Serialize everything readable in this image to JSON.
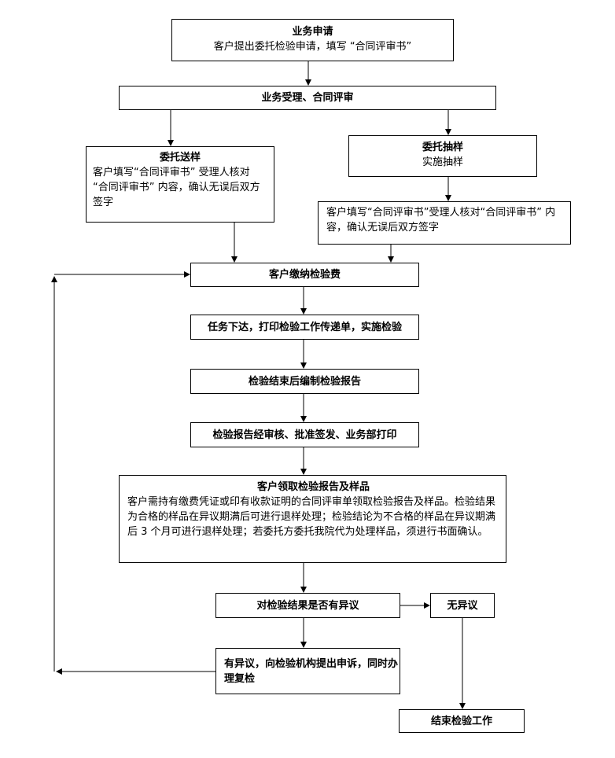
{
  "nodes": {
    "apply": {
      "title": "业务申请",
      "body": "客户提出委托检验申请，填写 “合同评审书”"
    },
    "accept": {
      "title": "业务受理、合同评审"
    },
    "send": {
      "title": "委托送样",
      "body": "客户填写“合同评审书” 受理人核对 “合同评审书” 内容，确认无误后双方签字"
    },
    "sample": {
      "title": "委托抽样",
      "body": "实施抽样"
    },
    "sample_confirm": {
      "body": "客户填写“合同评审书”受理人核对“合同评审书” 内容，确认无误后双方签字"
    },
    "pay": {
      "title": "客户缴纳检验费"
    },
    "task": {
      "title": "任务下达，打印检验工作传递单，实施检验"
    },
    "report": {
      "title": "检验结束后编制检验报告"
    },
    "review": {
      "title": "检验报告经审核、批准签发、业务部打印"
    },
    "receive": {
      "title": "客户领取检验报告及样品",
      "body": "客户需持有缴费凭证或印有收款证明的合同评审单领取检验报告及样品。检验结果为合格的样品在异议期满后可进行退样处理；检验结论为不合格的样品在异议期满后 3 个月可进行退样处理；若委托方委托我院代为处理样品，须进行书面确认。"
    },
    "objection_q": {
      "title": "对检验结果是否有异议"
    },
    "no_objection": {
      "title": "无异议"
    },
    "objection": {
      "title": "有异议，向检验机构提出申诉，同时办理复检"
    },
    "end": {
      "title": "结束检验工作"
    }
  }
}
